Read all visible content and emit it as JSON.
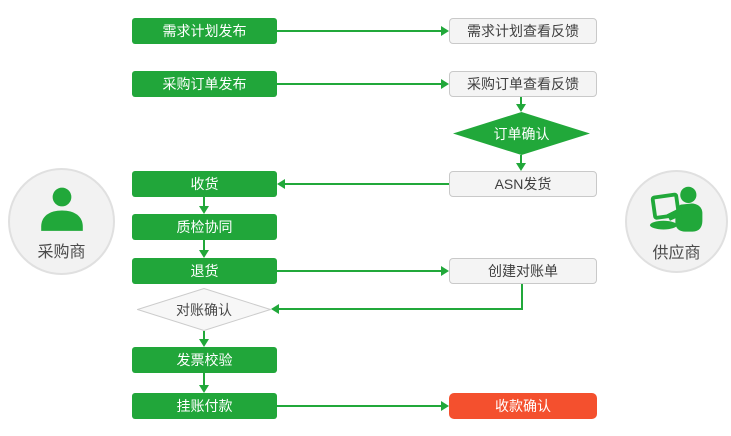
{
  "diagram": {
    "type": "flowchart",
    "actors": {
      "buyer": {
        "label": "采购商",
        "icon": "person-icon"
      },
      "supplier": {
        "label": "供应商",
        "icon": "person-with-laptop-icon"
      }
    },
    "nodes": {
      "demand_plan_publish": "需求计划发布",
      "demand_plan_feedback": "需求计划查看反馈",
      "po_publish": "采购订单发布",
      "po_feedback": "采购订单查看反馈",
      "order_confirm": "订单确认",
      "asn_ship": "ASN发货",
      "receive": "收货",
      "quality_check": "质检协同",
      "return_goods": "退货",
      "create_statement": "创建对账单",
      "statement_confirm": "对账确认",
      "invoice_verify": "发票校验",
      "book_payment": "挂账付款",
      "payment_confirm": "收款确认"
    }
  },
  "colors": {
    "green": "#21A83A",
    "box-green": "#21A63A",
    "red": "#F4502E",
    "light-bg": "#F4F4F4",
    "light-border": "#C9C9C9",
    "circle-bg": "#F2F2F2",
    "circle-border": "#E0E0E0",
    "dark-text": "#3F3F3F"
  }
}
